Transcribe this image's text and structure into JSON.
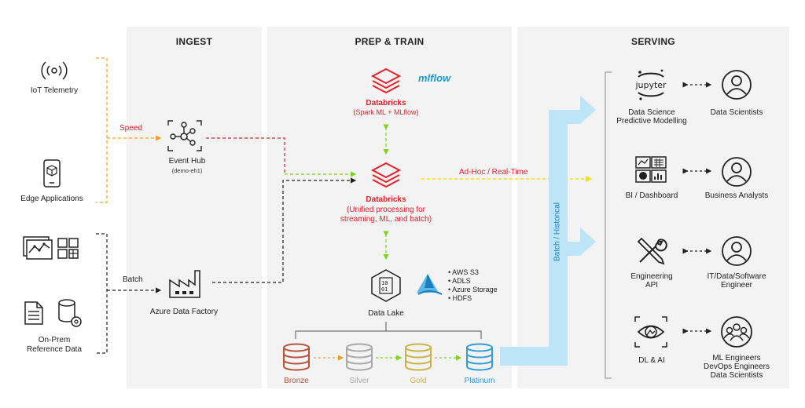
{
  "panels": {
    "ingest": "INGEST",
    "prep_train": "PREP & TRAIN",
    "serving": "SERVING"
  },
  "sources": {
    "iot": "IoT Telemetry",
    "edge": "Edge Applications",
    "onprem_line1": "On-Prem",
    "onprem_line2": "Reference Data"
  },
  "ingest": {
    "speed_label": "Speed",
    "batch_label": "Batch",
    "event_hub": "Event Hub",
    "event_hub_sub": "(demo-eh1)",
    "adf": "Azure Data Factory"
  },
  "prep": {
    "mlflow_logo": "mlflow",
    "databricks_top_title": "Databricks",
    "databricks_top_sub": "(Spark ML + MLflow)",
    "databricks_mid_title": "Databricks",
    "databricks_mid_sub1": "(Unified processing for",
    "databricks_mid_sub2": "streaming, ML, and batch)",
    "adhoc_label": "Ad-Hoc / Real-Time",
    "data_lake": "Data Lake",
    "storage_options": [
      "AWS S3",
      "ADLS",
      "Azure Storage",
      "HDFS"
    ],
    "tiers": [
      {
        "name": "Bronze",
        "color": "#b5533c"
      },
      {
        "name": "Silver",
        "color": "#a8a8a8"
      },
      {
        "name": "Gold",
        "color": "#c9b347"
      },
      {
        "name": "Platinum",
        "color": "#2e9fd6"
      }
    ]
  },
  "serving": {
    "batch_historical": "Batch / Historical",
    "tools": [
      {
        "line1": "Data Science",
        "line2": "Predictive Modelling",
        "icon": "jupyter-icon"
      },
      {
        "line1": "BI / Dashboard",
        "line2": "",
        "icon": "dashboard-icon"
      },
      {
        "line1": "Engineering",
        "line2": "API",
        "icon": "tools-icon"
      },
      {
        "line1": "DL & AI",
        "line2": "",
        "icon": "vision-icon"
      }
    ],
    "users": [
      {
        "line1": "Data Scientists",
        "line2": "",
        "line3": ""
      },
      {
        "line1": "Business Analysts",
        "line2": "",
        "line3": ""
      },
      {
        "line1": "IT/Data/Software",
        "line2": "Engineer",
        "line3": ""
      },
      {
        "line1": "ML Engineers",
        "line2": "DevOps Engineers",
        "line3": "Data Scientists"
      }
    ],
    "jupyter_logo": "jupyter"
  },
  "colors": {
    "speed": "#f5a020",
    "red_flow": "#e8202a",
    "green_flow": "#7ed321",
    "yellow_flow": "#f2e21a",
    "databricks": "#e8202a",
    "batch_arrow": "#bde4f7"
  }
}
